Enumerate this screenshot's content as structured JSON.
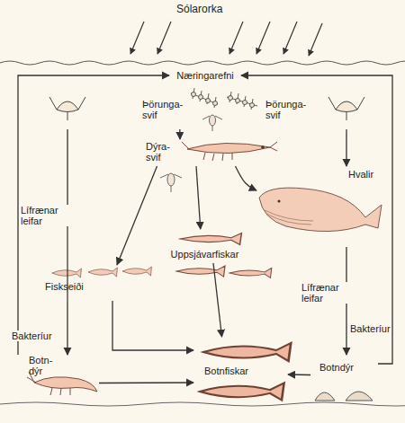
{
  "diagram": {
    "nodes": [
      {
        "text": [
          "Næringarefni"
        ]
      },
      {
        "text": [
          "Þörunga- svif"
        ]
      },
      {
        "text": [
          "Þörunga- svif"
        ]
      },
      {
        "text": [
          "Dýra- svif"
        ]
      },
      {
        "text": [
          "Hvalir"
        ]
      },
      {
        "text": [
          "Uppsjávarfiskar"
        ]
      },
      {
        "text": [
          "Fiskseiði"
        ]
      },
      {
        "text": [
          "Botn- dýr"
        ]
      },
      {
        "text": [
          "Botnfiskar"
        ]
      },
      {
        "text": [
          "Botndýr"
        ]
      }
    ],
    "edges": [
      {
        "from": 7,
        "to": 0,
        "arrow": "to",
        "label": "Bakteríur"
      },
      {
        "from": 9,
        "to": 0,
        "arrow": "to",
        "label": "Bakteríur"
      },
      {
        "from": 1,
        "to": 7,
        "arrow": "to",
        "label": "Lífrænar leifar"
      },
      {
        "from": 1,
        "to": 3,
        "arrow": "to"
      },
      {
        "from": 3,
        "to": 6,
        "arrow": "to"
      },
      {
        "from": 3,
        "to": 5,
        "arrow": "to"
      },
      {
        "from": 3,
        "to": 4,
        "arrow": "to"
      },
      {
        "from": 5,
        "to": 8,
        "arrow": "to"
      },
      {
        "from": 6,
        "to": 8,
        "arrow": "to"
      },
      {
        "from": 7,
        "to": 8,
        "arrow": "to"
      },
      {
        "from": 9,
        "to": 8,
        "arrow": "to"
      },
      {
        "from": 4,
        "to": 9,
        "arrow": "to",
        "label": "Lífrænar leifar"
      },
      {
        "from": 2,
        "to": 4,
        "arrow": "to"
      }
    ],
    "labels": [
      "Sólarorka"
    ]
  }
}
